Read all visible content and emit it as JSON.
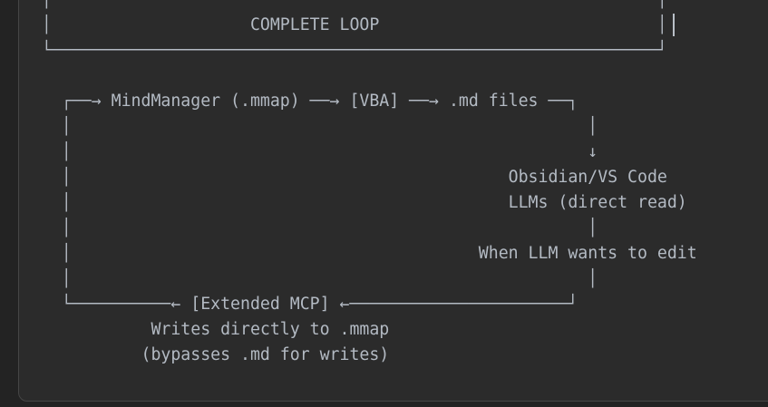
{
  "colors": {
    "background_outer": "#232323",
    "background_panel": "#2b2b2b",
    "panel_border": "#464646",
    "text": "#b3bac3",
    "cursor": "#b9bfc7"
  },
  "diagram": {
    "title": "COMPLETE LOOP",
    "cursor_visible": true,
    "ascii_lines": [
      "┌─────────────────────────────────────────────────────────────┐",
      "│                    COMPLETE LOOP                            │",
      "└─────────────────────────────────────────────────────────────┘",
      "",
      "  ┌──→ MindManager (.mmap) ──→ [VBA] ──→ .md files ──┐",
      "  │                                                    │",
      "  │                                                    ↓",
      "  │                                            Obsidian/VS Code",
      "  │                                            LLMs (direct read)",
      "  │                                                    │",
      "  │                                         When LLM wants to edit",
      "  │                                                    │",
      "  └──────────← [Extended MCP] ←──────────────────────┘",
      "           Writes directly to .mmap",
      "          (bypasses .md for writes)"
    ]
  }
}
